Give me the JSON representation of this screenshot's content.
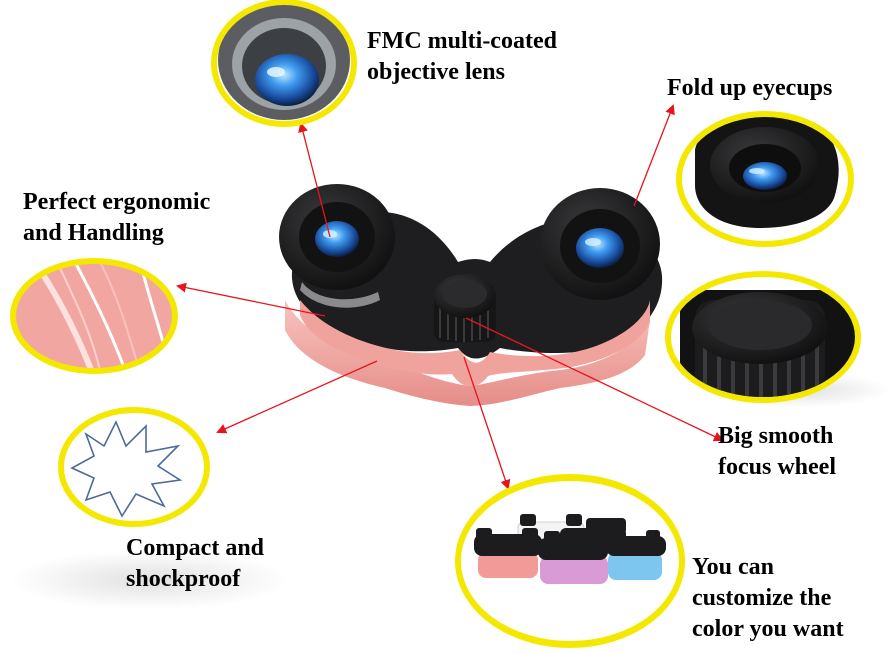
{
  "callouts": {
    "fmc_lens": {
      "line1": "FMC multi-coated",
      "line2": "objective lens"
    },
    "eyecups": {
      "line1": "Fold up eyecups"
    },
    "ergonomic": {
      "line1": "Perfect ergonomic",
      "line2": "and Handling"
    },
    "focus_wheel": {
      "line1": "Big smooth",
      "line2": "focus wheel"
    },
    "compact": {
      "line1": "Compact and",
      "line2": "shockproof"
    },
    "colors": {
      "line1": "You can",
      "line2": "customize the",
      "line3": "color you want"
    }
  },
  "colors": {
    "highlight_ring": "#f5e800",
    "arrow": "#e8141c",
    "body_pink": "#f3a9a4",
    "rubber_black": "#1c1c1e",
    "lens_blue": "#2f7fd8",
    "variant_pink": "#f29a98",
    "variant_purple": "#d89bd6",
    "variant_blue": "#7cc6ef",
    "variant_white": "#f4f4f4"
  }
}
